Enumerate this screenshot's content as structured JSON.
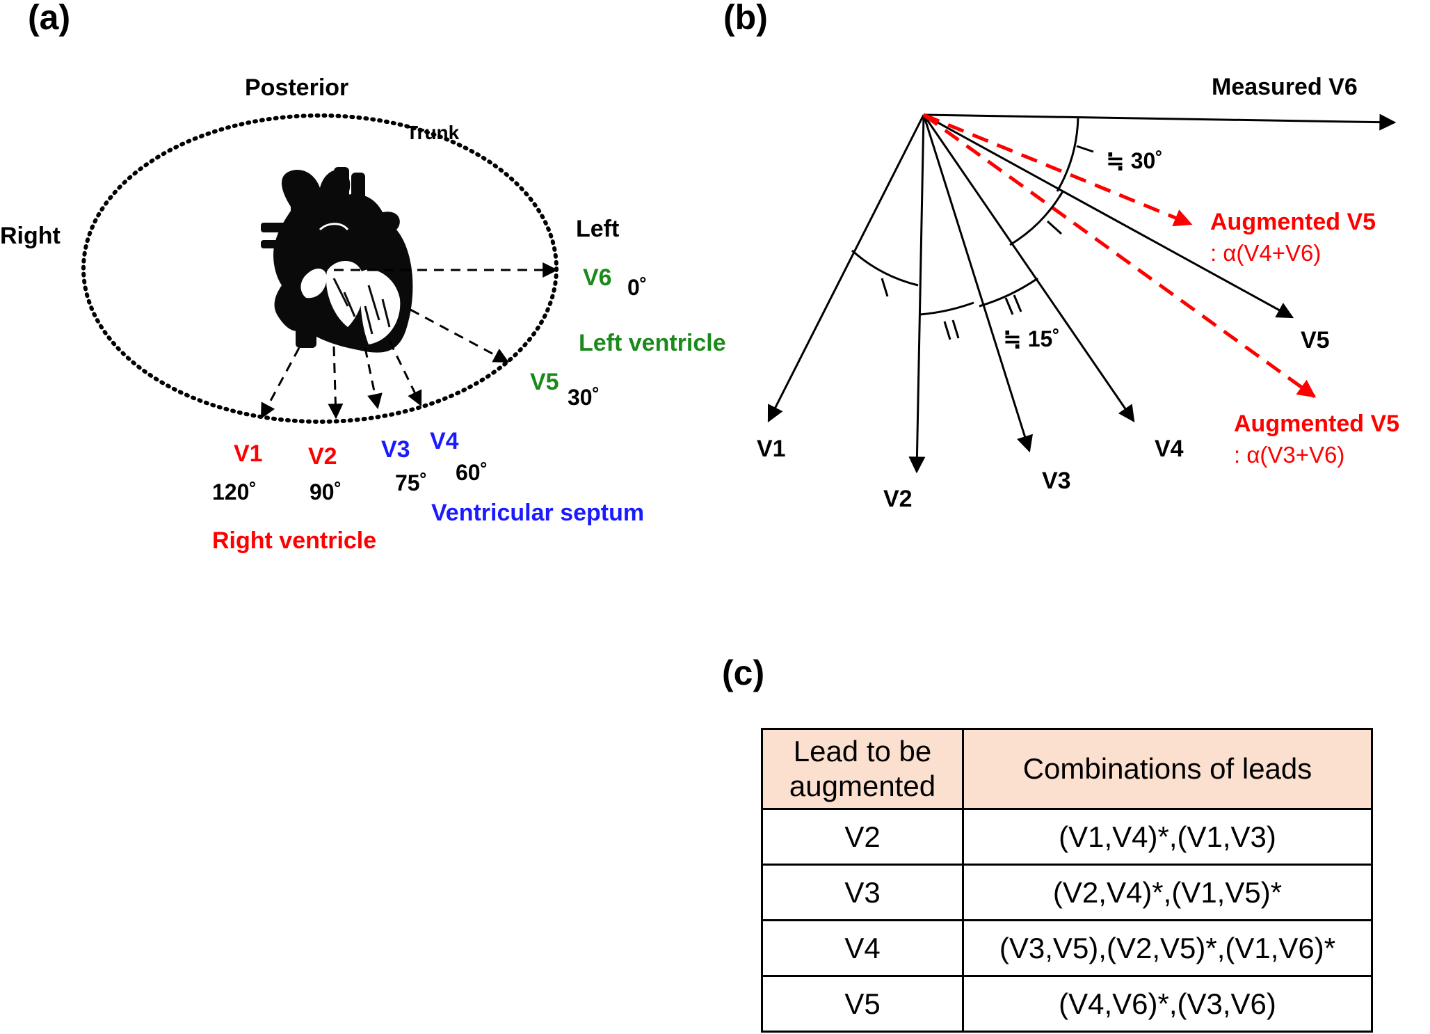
{
  "panel_labels": {
    "a": "(a)",
    "b": "(b)",
    "c": "(c)"
  },
  "panel_a": {
    "posterior": "Posterior",
    "trunk": "Trunk",
    "right": "Right",
    "left": "Left",
    "leads": [
      {
        "name": "V1",
        "angle": "120˚",
        "color": "#ff0000"
      },
      {
        "name": "V2",
        "angle": "90˚",
        "color": "#ff0000"
      },
      {
        "name": "V3",
        "angle": "75˚",
        "color": "#1a1aff"
      },
      {
        "name": "V4",
        "angle": "60˚",
        "color": "#1a1aff"
      },
      {
        "name": "V5",
        "angle": "30˚",
        "color": "#1a8a1a"
      },
      {
        "name": "V6",
        "angle": "0˚",
        "color": "#1a8a1a"
      }
    ],
    "left_ventricle": "Left ventricle",
    "ventricular_septum": "Ventricular septum",
    "right_ventricle": "Right ventricle"
  },
  "panel_b": {
    "measured_v6": "Measured V6",
    "angle_30": "≒ 30˚",
    "angle_15": "≒ 15˚",
    "augmented_1": {
      "title": "Augmented V5",
      "formula": ": α(V4+V6)"
    },
    "augmented_2": {
      "title": "Augmented V5",
      "formula": ": α(V3+V6)"
    },
    "vectors": [
      "V1",
      "V2",
      "V3",
      "V4",
      "V5"
    ],
    "colors": {
      "measured": "#000000",
      "augmented": "#ff0000"
    }
  },
  "panel_c": {
    "headers": [
      "Lead to be augmented",
      "Combinations of leads"
    ],
    "rows": [
      {
        "lead": "V2",
        "combinations": "(V1,V4)*,(V1,V3)"
      },
      {
        "lead": "V3",
        "combinations": "(V2,V4)*,(V1,V5)*"
      },
      {
        "lead": "V4",
        "combinations": "(V3,V5),(V2,V5)*,(V1,V6)*"
      },
      {
        "lead": "V5",
        "combinations": "(V4,V6)*,(V3,V6)"
      }
    ],
    "header_color": "#fbe0d0"
  }
}
